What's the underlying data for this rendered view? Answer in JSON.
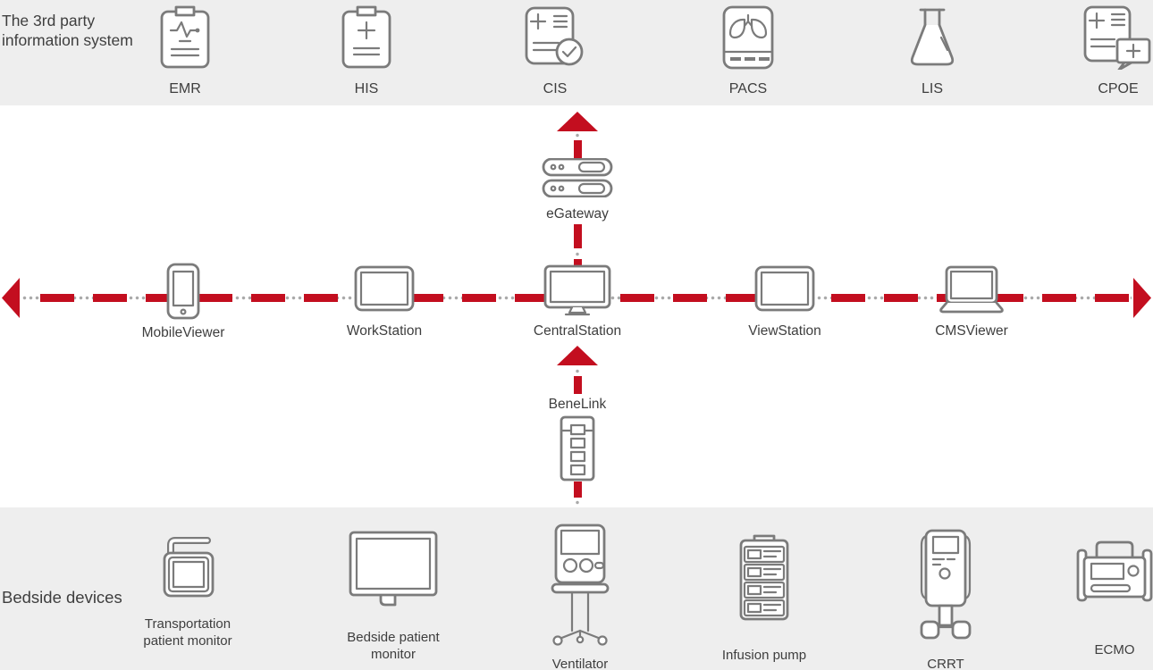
{
  "colors": {
    "accent_red": "#c30e1f",
    "band_bg": "#eeeeee",
    "icon_gray": "#7b7b7b",
    "text_gray": "#3e3e3e",
    "dot_gray": "#a9a9a9"
  },
  "top_band": {
    "heading_line1": "The 3rd party",
    "heading_line2": "information system",
    "systems": [
      {
        "label": "EMR",
        "icon": "clipboard-ecg-icon"
      },
      {
        "label": "HIS",
        "icon": "clipboard-plus-icon"
      },
      {
        "label": "CIS",
        "icon": "document-check-icon"
      },
      {
        "label": "PACS",
        "icon": "lungs-screen-icon"
      },
      {
        "label": "LIS",
        "icon": "lab-flask-icon"
      },
      {
        "label": "CPOE",
        "icon": "document-speech-plus-icon"
      }
    ]
  },
  "network": {
    "devices": [
      {
        "label": "MobileViewer",
        "icon": "smartphone-icon"
      },
      {
        "label": "WorkStation",
        "icon": "tablet-icon"
      },
      {
        "label": "CentralStation",
        "icon": "desktop-monitor-icon"
      },
      {
        "label": "ViewStation",
        "icon": "tablet-icon"
      },
      {
        "label": "CMSViewer",
        "icon": "laptop-icon"
      }
    ],
    "egateway_label": "eGateway",
    "benelink_label": "BeneLink"
  },
  "bottom_band": {
    "heading": "Bedside devices",
    "devices": [
      {
        "label_line1": "Transportation",
        "label_line2": "patient monitor",
        "icon": "transport-monitor-icon"
      },
      {
        "label_line1": "Bedside patient",
        "label_line2": "monitor",
        "icon": "bedside-monitor-icon"
      },
      {
        "label": "Ventilator",
        "icon": "ventilator-icon"
      },
      {
        "label": "Infusion pump",
        "icon": "infusion-pump-icon"
      },
      {
        "label": "CRRT",
        "icon": "crrt-machine-icon"
      },
      {
        "label": "ECMO",
        "icon": "ecmo-machine-icon"
      }
    ]
  }
}
